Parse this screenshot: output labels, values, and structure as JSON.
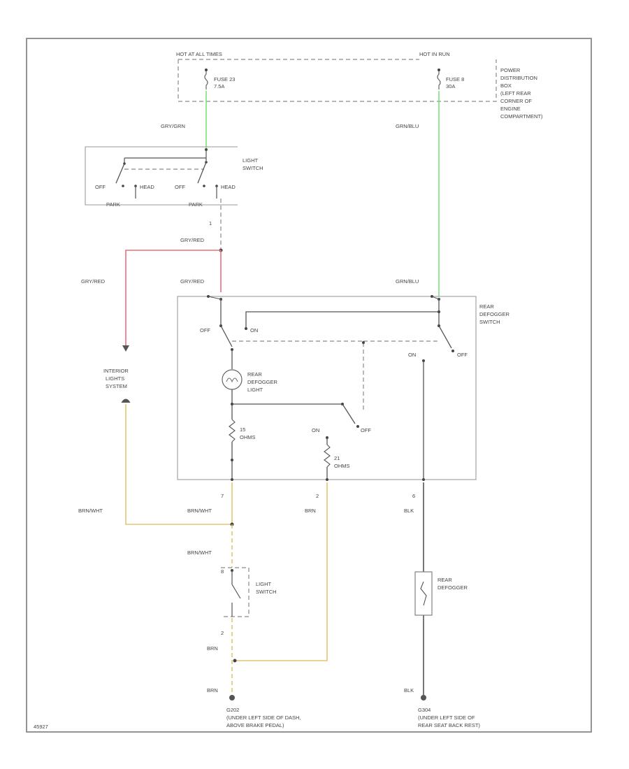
{
  "power_labels": {
    "hot_at_all_times": "HOT AT ALL TIMES",
    "hot_in_run": "HOT IN RUN",
    "fuse_23": "FUSE 23",
    "fuse_23_rating": "7.5A",
    "fuse_8": "FUSE 8",
    "fuse_8_rating": "30A",
    "pdb_line1": "POWER",
    "pdb_line2": "DISTRIBUTION",
    "pdb_line3": "BOX",
    "pdb_line4": "(LEFT REAR",
    "pdb_line5": "CORNER OF",
    "pdb_line6": "ENGINE",
    "pdb_line7": "COMPARTMENT)"
  },
  "wires": {
    "gry_grn": "GRY/GRN",
    "grn_blu_top": "GRN/BLU",
    "gry_red_1": "GRY/RED",
    "gry_red_2": "GRY/RED",
    "gry_red_3": "GRY/RED",
    "grn_blu_mid": "GRN/BLU",
    "brn_wht_left": "BRN/WHT",
    "brn_wht_mid": "BRN/WHT",
    "brn_wht_low": "BRN/WHT",
    "brn_top": "BRN",
    "brn_mid": "BRN",
    "brn_low": "BRN",
    "blk_top": "BLK",
    "blk_low": "BLK"
  },
  "pins": {
    "p1": "1",
    "p7": "7",
    "p2": "2",
    "p6": "6",
    "p8": "8",
    "p2b": "2"
  },
  "light_switch_top": {
    "label1": "LIGHT",
    "label2": "SWITCH",
    "off1": "OFF",
    "head1": "HEAD",
    "park1": "PARK",
    "off2": "OFF",
    "head2": "HEAD",
    "park2": "PARK"
  },
  "defogger_switch": {
    "label1": "REAR",
    "label2": "DEFOGGER",
    "label3": "SWITCH",
    "off_left": "OFF",
    "on_left": "ON",
    "on_right": "ON",
    "off_right": "OFF",
    "light1": "REAR",
    "light2": "DEFOGGER",
    "light3": "LIGHT",
    "r1_val": "15",
    "r1_unit": "OHMS",
    "r2_val": "21",
    "r2_unit": "OHMS",
    "on_mid": "ON",
    "off_mid": "OFF"
  },
  "interior_lights": {
    "line1": "INTERIOR",
    "line2": "LIGHTS",
    "line3": "SYSTEM"
  },
  "light_switch_bottom": {
    "label1": "LIGHT",
    "label2": "SWITCH"
  },
  "rear_defogger": {
    "label1": "REAR",
    "label2": "DEFOGGER"
  },
  "grounds": {
    "g202": "G202",
    "g202_l1": "(UNDER LEFT SIDE OF DASH,",
    "g202_l2": "ABOVE BRAKE PEDAL)",
    "g304": "G304",
    "g304_l1": "(UNDER LEFT SIDE OF",
    "g304_l2": "REAR SEAT BACK REST)"
  },
  "footer_code": "45927",
  "colors": {
    "green_wire": "#7ee07e",
    "red_wire": "#e8707a",
    "tan_wire": "#e2c675",
    "black_wire": "#555555"
  }
}
